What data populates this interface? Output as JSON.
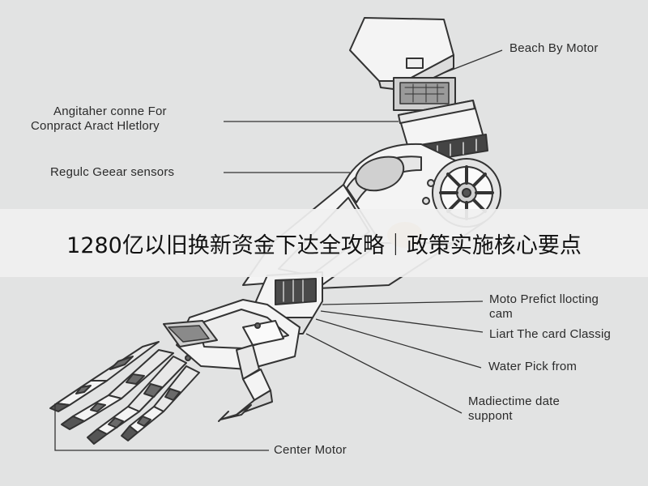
{
  "labels": {
    "top_right": "Beach By Motor",
    "left_1_line1": "Angitaher conne For",
    "left_1_line2": "Conpract Aract Hletlory",
    "left_2": "Regulc Geear sensors",
    "right_1_line1": "Moto Prefict llocting",
    "right_1_line2": "cam",
    "right_2": "Liart The card Classig",
    "right_3": "Water Pick from",
    "right_4_line1": "Madiectime date",
    "right_4_line2": "suppont",
    "bottom": "Center Motor"
  },
  "banner": {
    "text": "1280亿以旧换新资金下达全攻略｜政策实施核心要点"
  },
  "colors": {
    "background": "#e2e3e3",
    "line": "#333333",
    "accent": "#f2c98a"
  }
}
